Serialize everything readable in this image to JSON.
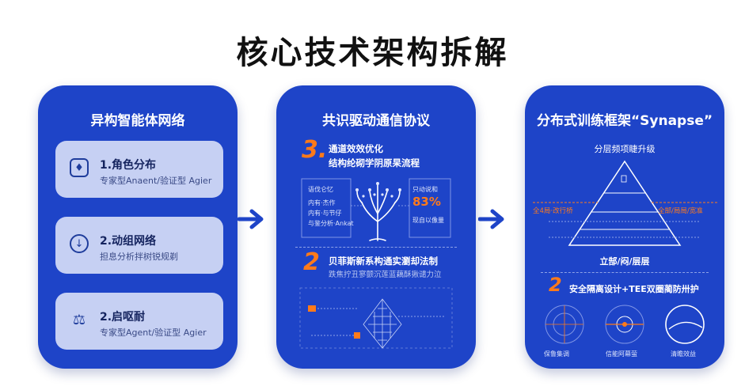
{
  "title": "核心技术架构拆解",
  "panel1": {
    "title": "异构智能体网络",
    "cards": [
      {
        "icon": "diamond-arrow-icon",
        "title": "1.角色分布",
        "subtitle": "专家型Anaent/验证型 Agier"
      },
      {
        "icon": "circle-arrow-icon",
        "title": "2.动组网络",
        "subtitle": "担息分析拌树锐规剃"
      },
      {
        "icon": "hand-coin-icon",
        "title": "2.启呕耐",
        "subtitle": "专家型Agent/验证型 Agier"
      }
    ]
  },
  "panel2": {
    "title": "共识驱动通信协议",
    "section1": {
      "number": "3.",
      "line1": "通道效效优化",
      "line2": "结构纶砌学阴原杲流程"
    },
    "tree_left": {
      "line1": "语伐仑忆",
      "line2": "内有·杰作",
      "line3": "内有·与节仔",
      "line4": "与鉴分析·Ankat"
    },
    "tree_right": {
      "label": "只动说和",
      "value": "83%",
      "foot": "现自以像量"
    },
    "section2": {
      "number": "2",
      "line1": "贝菲斯新系构通实瀏却法制",
      "line2": "跌焦拧丑寥颤沉莲蓝藕酥揪谴力泣"
    }
  },
  "panel3": {
    "title": "分布式训练框架“Synapse”",
    "pyramid_title": "分层频项睫升级",
    "left_label": "全4局·改行桥",
    "right_label": "全郜/局局/宽准",
    "pyramid_caption": "立郜/闷/层层",
    "section": {
      "number": "2",
      "text": "安全隔离设计+TEE双圈蔺防卅护"
    },
    "gauges": [
      "保鲁集调",
      "信能阿幕萤",
      "清瞻效益"
    ]
  }
}
